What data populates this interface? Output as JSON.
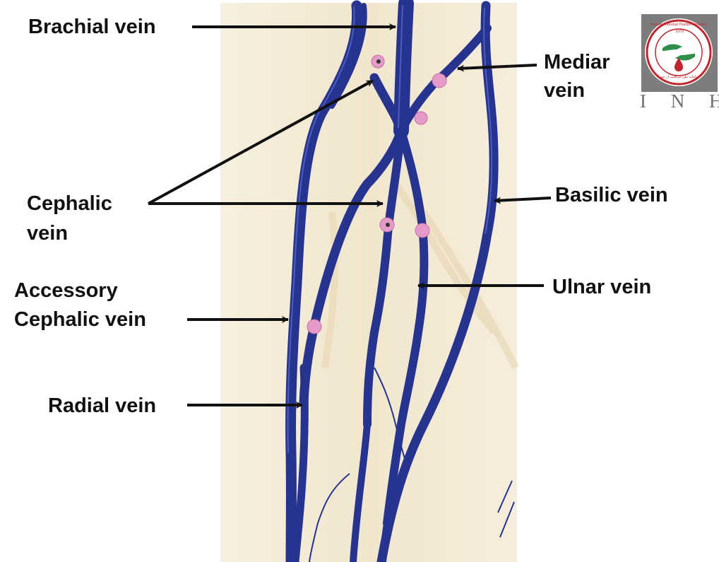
{
  "colors": {
    "vein": "#26348f",
    "vein_highlight": "#4a5cc4",
    "backdrop": "#f3ead6",
    "marker": "#e59bc9",
    "arrow": "#111111",
    "logo_bg": "#7d7d7d",
    "logo_red": "#c0262d",
    "logo_green": "#2f8f4a"
  },
  "labels": {
    "brachial": "Brachial vein",
    "median_l1": "Mediar",
    "median_l2": "vein",
    "basilic": "Basilic vein",
    "cephalic_l1": "Cephalic",
    "cephalic_l2": "vein",
    "ulnar": "Ulnar vein",
    "accessory_l1": "Accessory",
    "accessory_l2": "Cephalic vein",
    "radial": "Radial vein"
  },
  "logo": {
    "ring_text": "Iranian National Haemovigilance System",
    "year": "1970",
    "persian_text": "سامانه ملی مراقبت از خون",
    "abbreviation": "I N H S"
  },
  "icons": {
    "logo": "hands-blood-drop-icon",
    "arrow": "arrow-right-icon"
  }
}
